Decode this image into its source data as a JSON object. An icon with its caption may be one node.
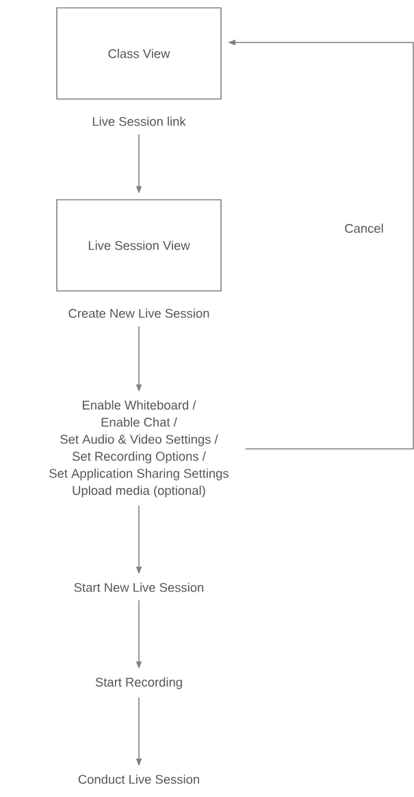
{
  "diagram": {
    "nodes": [
      {
        "text": [
          "Class View"
        ]
      },
      {
        "text": [
          "Live Session link"
        ]
      },
      {
        "text": [
          "Live Session View"
        ]
      },
      {
        "text": [
          "Create New Live Session"
        ]
      },
      {
        "text": [
          "Enable Whiteboard /",
          "Enable Chat /",
          "Set Audio & Video Settings /",
          "Set Recording Options /",
          "Set Application Sharing Settings",
          "Upload media (optional)"
        ]
      },
      {
        "text": [
          "Start New Live Session"
        ]
      },
      {
        "text": [
          "Start Recording"
        ]
      },
      {
        "text": [
          "Conduct Live Session"
        ]
      }
    ],
    "edges": [
      {
        "from": 1,
        "to": 2,
        "arrow": "to"
      },
      {
        "from": 3,
        "to": 4,
        "arrow": "to"
      },
      {
        "from": 4,
        "to": 5,
        "arrow": "to"
      },
      {
        "from": 5,
        "to": 6,
        "arrow": "to"
      },
      {
        "from": 6,
        "to": 7,
        "arrow": "to"
      },
      {
        "from": 4,
        "to": 0,
        "arrow": "to",
        "label": "Cancel"
      }
    ]
  }
}
